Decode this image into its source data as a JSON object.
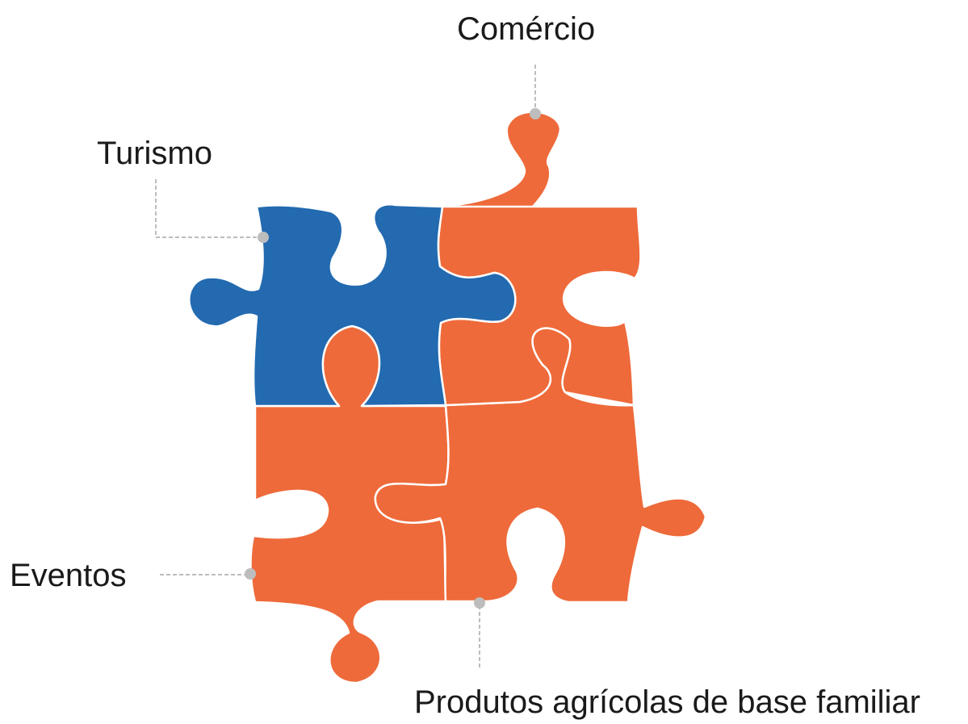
{
  "labels": {
    "comercio": "Comércio",
    "turismo": "Turismo",
    "eventos": "Eventos",
    "produtos": "Produtos agrícolas de base familiar"
  },
  "colors": {
    "blue_piece": "#236AB0",
    "orange_piece": "#EE6A3A",
    "leader": "#BDBDBD",
    "text": "#1a1a1a"
  }
}
